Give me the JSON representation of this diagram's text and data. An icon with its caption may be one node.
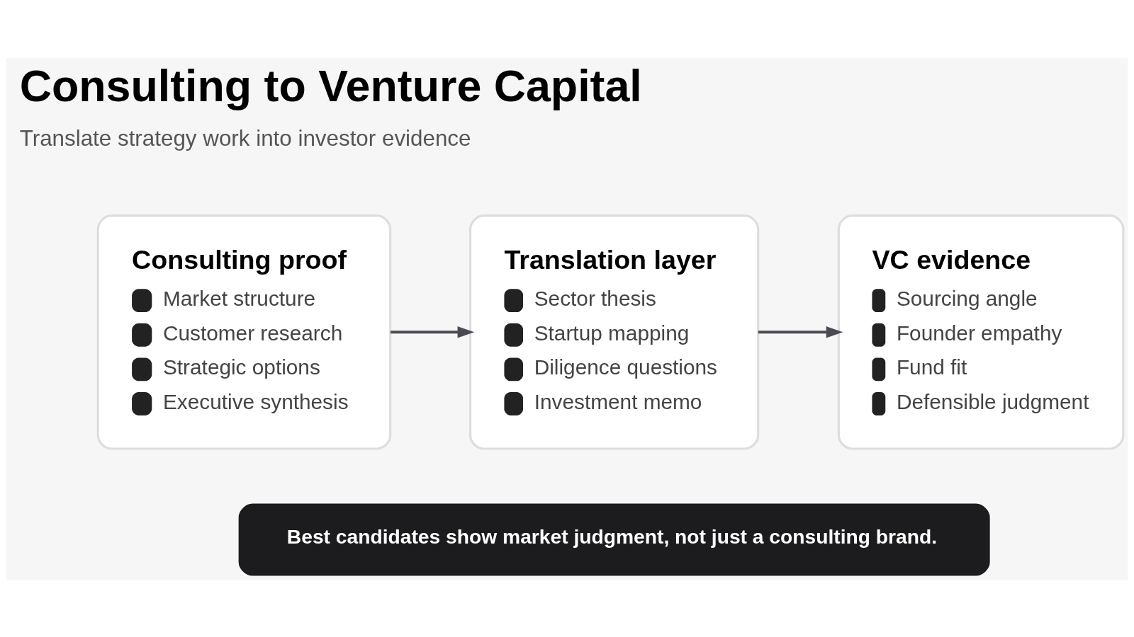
{
  "diagram": {
    "title": "Consulting to Venture Capital",
    "nodes": [
      {
        "text": [
          "Consulting proof",
          "Market structure",
          "Customer research",
          "Strategic options",
          "Executive synthesis"
        ]
      },
      {
        "text": [
          "Translation layer",
          "Sector thesis",
          "Startup mapping",
          "Diligence questions",
          "Investment memo"
        ]
      },
      {
        "text": [
          "VC evidence",
          "Sourcing angle",
          "Founder empathy",
          "Fund fit",
          "Defensible judgment"
        ]
      },
      {
        "text": [
          "Best candidates show market judgment, not just a consulting brand."
        ]
      }
    ],
    "edges": [
      {
        "from": 0,
        "to": 1,
        "arrow": "to"
      },
      {
        "from": 1,
        "to": 2,
        "arrow": "to"
      }
    ],
    "labels": [
      "Translate strategy work into investor evidence"
    ]
  }
}
